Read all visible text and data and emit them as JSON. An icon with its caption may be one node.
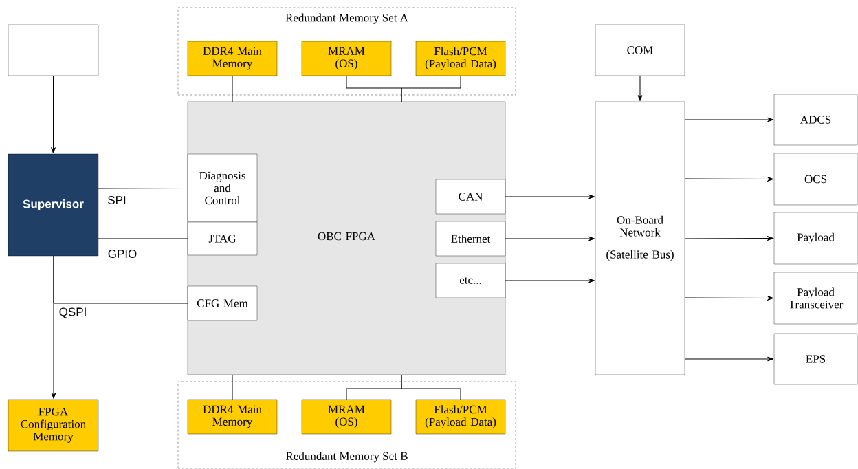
{
  "diagram": {
    "nodes": [
      {
        "text": [
          "Redundant Memory Set A"
        ]
      },
      {
        "text": [
          "DDR4 Main Memory"
        ],
        "in": 0
      },
      {
        "text": [
          "MRAM (OS)"
        ],
        "in": 0
      },
      {
        "text": [
          "Flash/PCM (Payload Data)"
        ],
        "in": 0
      },
      {
        "text": [],
        "shape": "box"
      },
      {
        "text": [
          "COM"
        ]
      },
      {
        "text": [
          "OBC FPGA"
        ]
      },
      {
        "text": [
          "Diagnosis and Control"
        ],
        "in": 6
      },
      {
        "text": [
          "JTAG"
        ],
        "in": 6
      },
      {
        "text": [
          "CFG Mem"
        ],
        "in": 6
      },
      {
        "text": [
          "CAN"
        ],
        "in": 6
      },
      {
        "text": [
          "Ethernet"
        ],
        "in": 6
      },
      {
        "text": [
          "etc..."
        ],
        "in": 6
      },
      {
        "text": [
          "Supervisor"
        ]
      },
      {
        "text": [
          "On-Board Network",
          "(Satellite Bus)"
        ]
      },
      {
        "text": [
          "ADCS"
        ]
      },
      {
        "text": [
          "OCS"
        ]
      },
      {
        "text": [
          "Payload"
        ]
      },
      {
        "text": [
          "Payload Transceiver"
        ]
      },
      {
        "text": [
          "EPS"
        ]
      },
      {
        "text": [
          "Redundant Memory Set B"
        ]
      },
      {
        "text": [
          "DDR4 Main Memory"
        ],
        "in": 20
      },
      {
        "text": [
          "MRAM (OS)"
        ],
        "in": 20
      },
      {
        "text": [
          "Flash/PCM (Payload Data)"
        ],
        "in": 20
      },
      {
        "text": [
          "FPGA Configuration Memory"
        ]
      }
    ],
    "edges": [
      {
        "from": 4,
        "to": 13,
        "arrow": "to"
      },
      {
        "from": 5,
        "to": 14,
        "arrow": "to"
      },
      {
        "from": 13,
        "to": 7,
        "arrow": "none",
        "label": "SPI"
      },
      {
        "from": 13,
        "to": 8,
        "arrow": "none",
        "label": "GPIO"
      },
      {
        "from": 13,
        "to": 9,
        "arrow": "none",
        "label": "QSPI"
      },
      {
        "from": 13,
        "to": 24,
        "arrow": "to"
      },
      {
        "from": 1,
        "to": 6,
        "arrow": "none"
      },
      {
        "from": 2,
        "to": 6,
        "arrow": "none"
      },
      {
        "from": 3,
        "to": 6,
        "arrow": "none"
      },
      {
        "from": 21,
        "to": 6,
        "arrow": "none"
      },
      {
        "from": 22,
        "to": 6,
        "arrow": "none"
      },
      {
        "from": 23,
        "to": 6,
        "arrow": "none"
      },
      {
        "from": 10,
        "to": 14,
        "arrow": "to"
      },
      {
        "from": 11,
        "to": 14,
        "arrow": "to"
      },
      {
        "from": 12,
        "to": 14,
        "arrow": "to"
      },
      {
        "from": 14,
        "to": 15,
        "arrow": "to"
      },
      {
        "from": 14,
        "to": 16,
        "arrow": "to"
      },
      {
        "from": 14,
        "to": 17,
        "arrow": "to"
      },
      {
        "from": 14,
        "to": 18,
        "arrow": "to"
      },
      {
        "from": 14,
        "to": 19,
        "arrow": "to"
      }
    ]
  }
}
